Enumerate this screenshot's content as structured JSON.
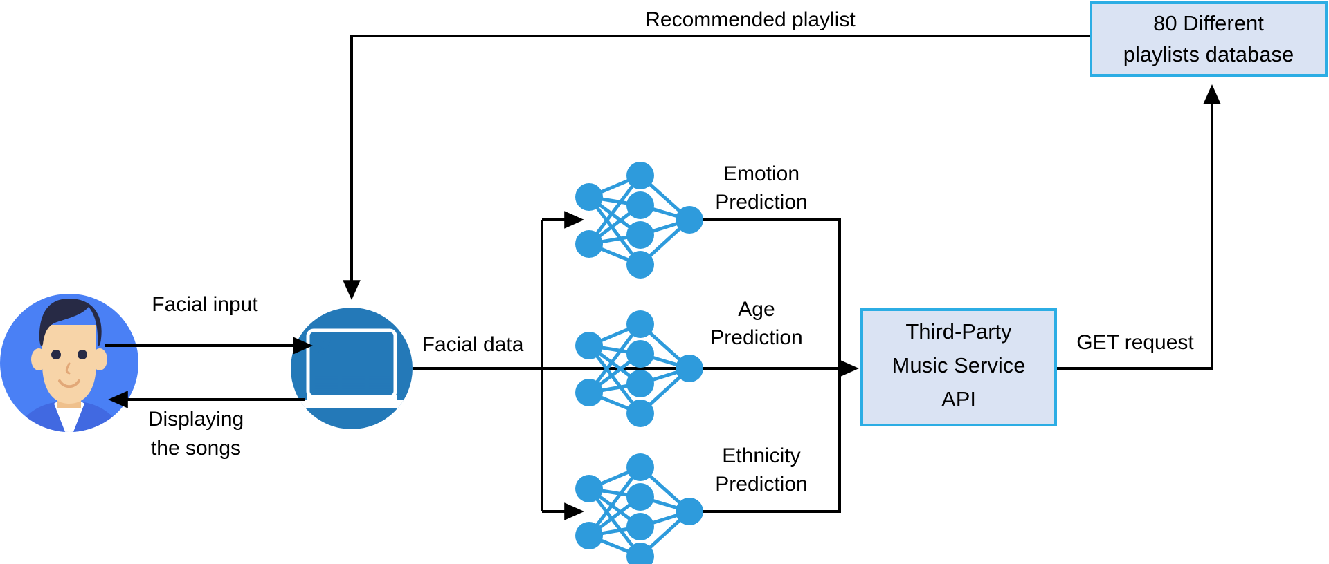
{
  "diagram": {
    "title": "Facial-recognition music recommendation system flow",
    "colors": {
      "avatar_bg": "#4A80F5",
      "avatar_hair": "#272A45",
      "avatar_skin": "#F7D4A8",
      "device_circle": "#2479B8",
      "device_screen": "#FFFFFF",
      "nn_blue": "#2E9BDC",
      "box_fill": "#DAE3F3",
      "box_border": "#2CADE4",
      "arrow": "#000000",
      "background": "#FFFFFF"
    },
    "nodes": {
      "user": {
        "name": "user-avatar",
        "icon": "person-avatar-icon"
      },
      "device": {
        "name": "client-device",
        "icon": "laptop-browser-icon"
      },
      "api": {
        "label_lines": [
          "Third-Party",
          "Music Service",
          "API"
        ]
      },
      "database": {
        "label_lines": [
          "80 Different",
          "playlists database"
        ]
      }
    },
    "networks": [
      {
        "id": "emotion",
        "label_lines": [
          "Emotion",
          "Prediction"
        ],
        "input_nodes": 2,
        "hidden_nodes": 4,
        "output_nodes": 1
      },
      {
        "id": "age",
        "label_lines": [
          "Age",
          "Prediction"
        ],
        "input_nodes": 2,
        "hidden_nodes": 4,
        "output_nodes": 1
      },
      {
        "id": "ethnicity",
        "label_lines": [
          "Ethnicity",
          "Prediction"
        ],
        "input_nodes": 2,
        "hidden_nodes": 4,
        "output_nodes": 1
      }
    ],
    "edges": [
      {
        "id": "facial-input",
        "label": "Facial input",
        "from": "user",
        "to": "device"
      },
      {
        "id": "displaying-songs",
        "label_lines": [
          "Displaying",
          "the songs"
        ],
        "from": "device",
        "to": "user"
      },
      {
        "id": "facial-data",
        "label": "Facial data",
        "from": "device",
        "to": "networks"
      },
      {
        "id": "get-request",
        "label": "GET request",
        "from": "api",
        "to": "database"
      },
      {
        "id": "recommended-playlist",
        "label": "Recommended playlist",
        "from": "database",
        "to": "device"
      }
    ]
  }
}
